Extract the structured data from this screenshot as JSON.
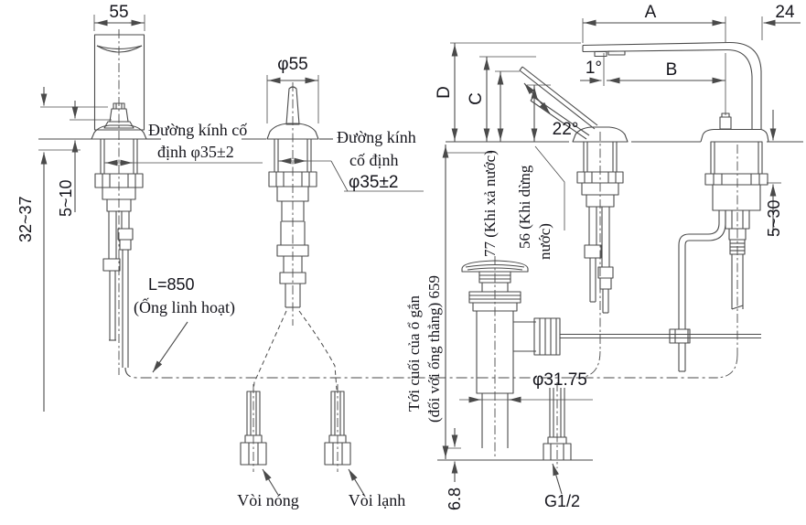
{
  "drawing": {
    "type": "faucet-installation-technical-drawing",
    "colors": {
      "line": "#4a4a4a",
      "text": "#15151c",
      "background": "#ffffff"
    },
    "views": {
      "front_spout": {
        "spout_width": "55",
        "deck_range": "32~37",
        "gap_range": "5~10",
        "mount_hole_l1": "Đường kính cố",
        "mount_hole_l2": "định φ35±2",
        "hose_l1": "L=850",
        "hose_l2": "(Ống linh hoạt)",
        "hot_tap": "Vòi nóng",
        "cold_tap": "Vòi lạnh"
      },
      "front_handle": {
        "base_dia": "φ55",
        "mount_hole_l1": "Đường kính",
        "mount_hole_l2": "cố định",
        "mount_hole_l3": "φ35±2"
      },
      "side": {
        "dim_a": "A",
        "dim_24": "24",
        "dim_b": "B",
        "spout_angle": "1°",
        "lever_angle": "22°",
        "dim_c": "C",
        "dim_d": "D",
        "lever_up": "77 (Khi xả nước)",
        "lever_down_l1": "56 (Khi dừng",
        "lever_down_l2": "nước)",
        "deck_range": "5~30",
        "socket_l1": "Tới cuối của ổ gắn",
        "socket_l2": "(đối với ống thẳng) 659",
        "drain_dia": "φ31.75",
        "tail_dim": "6.8",
        "thread": "G1/2"
      }
    }
  }
}
